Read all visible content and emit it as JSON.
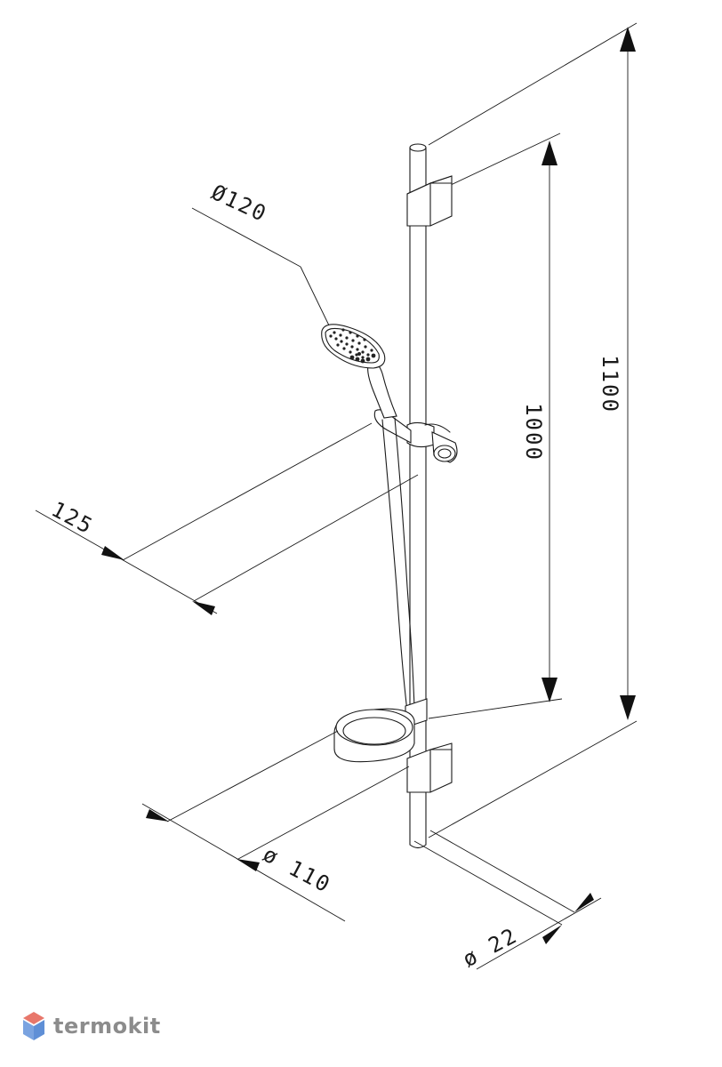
{
  "dimensions": {
    "total_height": "1100",
    "rail_height": "1000",
    "head_diameter": "Ø120",
    "projection": "125",
    "dish_diameter": "ø 110",
    "rail_diameter": "ø 22"
  },
  "brand": {
    "name": "termokit",
    "colors": {
      "top": "#e8776b",
      "bottom": "#5f8fd6",
      "text": "#8c8c8c"
    }
  }
}
